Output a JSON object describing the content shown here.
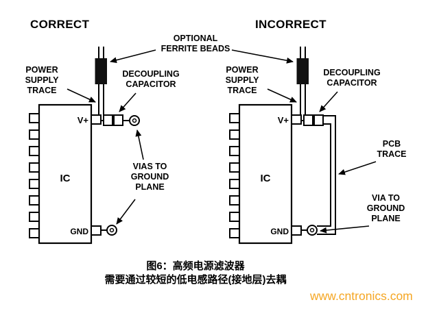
{
  "figure": {
    "left": {
      "title": "CORRECT",
      "ic": "IC",
      "vplus": "V+",
      "gnd": "GND",
      "power_supply_trace": "POWER\nSUPPLY\nTRACE",
      "decoupling_capacitor": "DECOUPLING\nCAPACITOR",
      "vias_to_ground_plane": "VIAS TO\nGROUND\nPLANE"
    },
    "right": {
      "title": "INCORRECT",
      "ic": "IC",
      "vplus": "V+",
      "gnd": "GND",
      "power_supply_trace": "POWER\nSUPPLY\nTRACE",
      "decoupling_capacitor": "DECOUPLING\nCAPACITOR",
      "pcb_trace": "PCB\nTRACE",
      "via_to_ground_plane": "VIA TO\nGROUND\nPLANE"
    },
    "ferrite_beads_label": "OPTIONAL\nFERRITE BEADS"
  },
  "caption": {
    "line1": "图6：高频电源滤波器",
    "line2": "需要通过较短的低电感路径(接地层)去耦"
  },
  "watermark": {
    "text": "www.cntronics.com",
    "color": "#f5a623"
  },
  "colors": {
    "line": "#000000",
    "background": "#ffffff",
    "ferrite_bead_fill": "#111111"
  }
}
